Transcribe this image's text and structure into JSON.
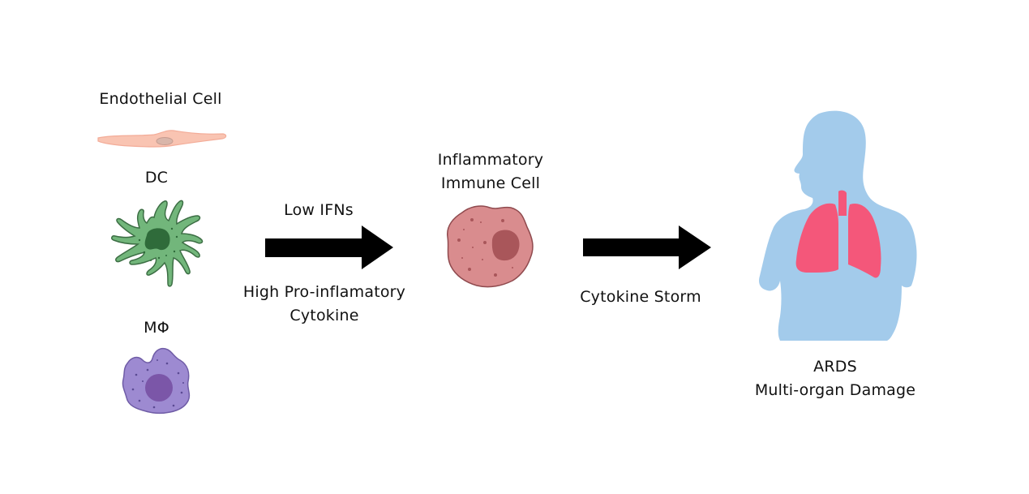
{
  "title": "Cell types to cytokine storm pathway",
  "source_cells": [
    {
      "id": "endothelial",
      "label": "Endothelial Cell",
      "color": "#f8c0ae"
    },
    {
      "id": "dc",
      "label": "DC",
      "color": "#6eb577"
    },
    {
      "id": "macrophage",
      "label": "MΦ",
      "color": "#9b87cf"
    }
  ],
  "arrow1": {
    "label_top": "Low IFNs",
    "label_bottom_line1": "High Pro-inflamatory",
    "label_bottom_line2": "Cytokine"
  },
  "middle_cell": {
    "label_line1": "Inflammatory",
    "label_line2": "Immune Cell",
    "color": "#d88a8c",
    "nucleus_color": "#a85559"
  },
  "arrow2": {
    "label_bottom": "Cytokine Storm"
  },
  "outcome": {
    "label_line1": "ARDS",
    "label_line2": "Multi-organ Damage",
    "body_color": "#a3cbeb",
    "lung_color": "#f4577a"
  },
  "colors": {
    "arrow": "#000000",
    "text": "#111111",
    "background": "#ffffff"
  }
}
